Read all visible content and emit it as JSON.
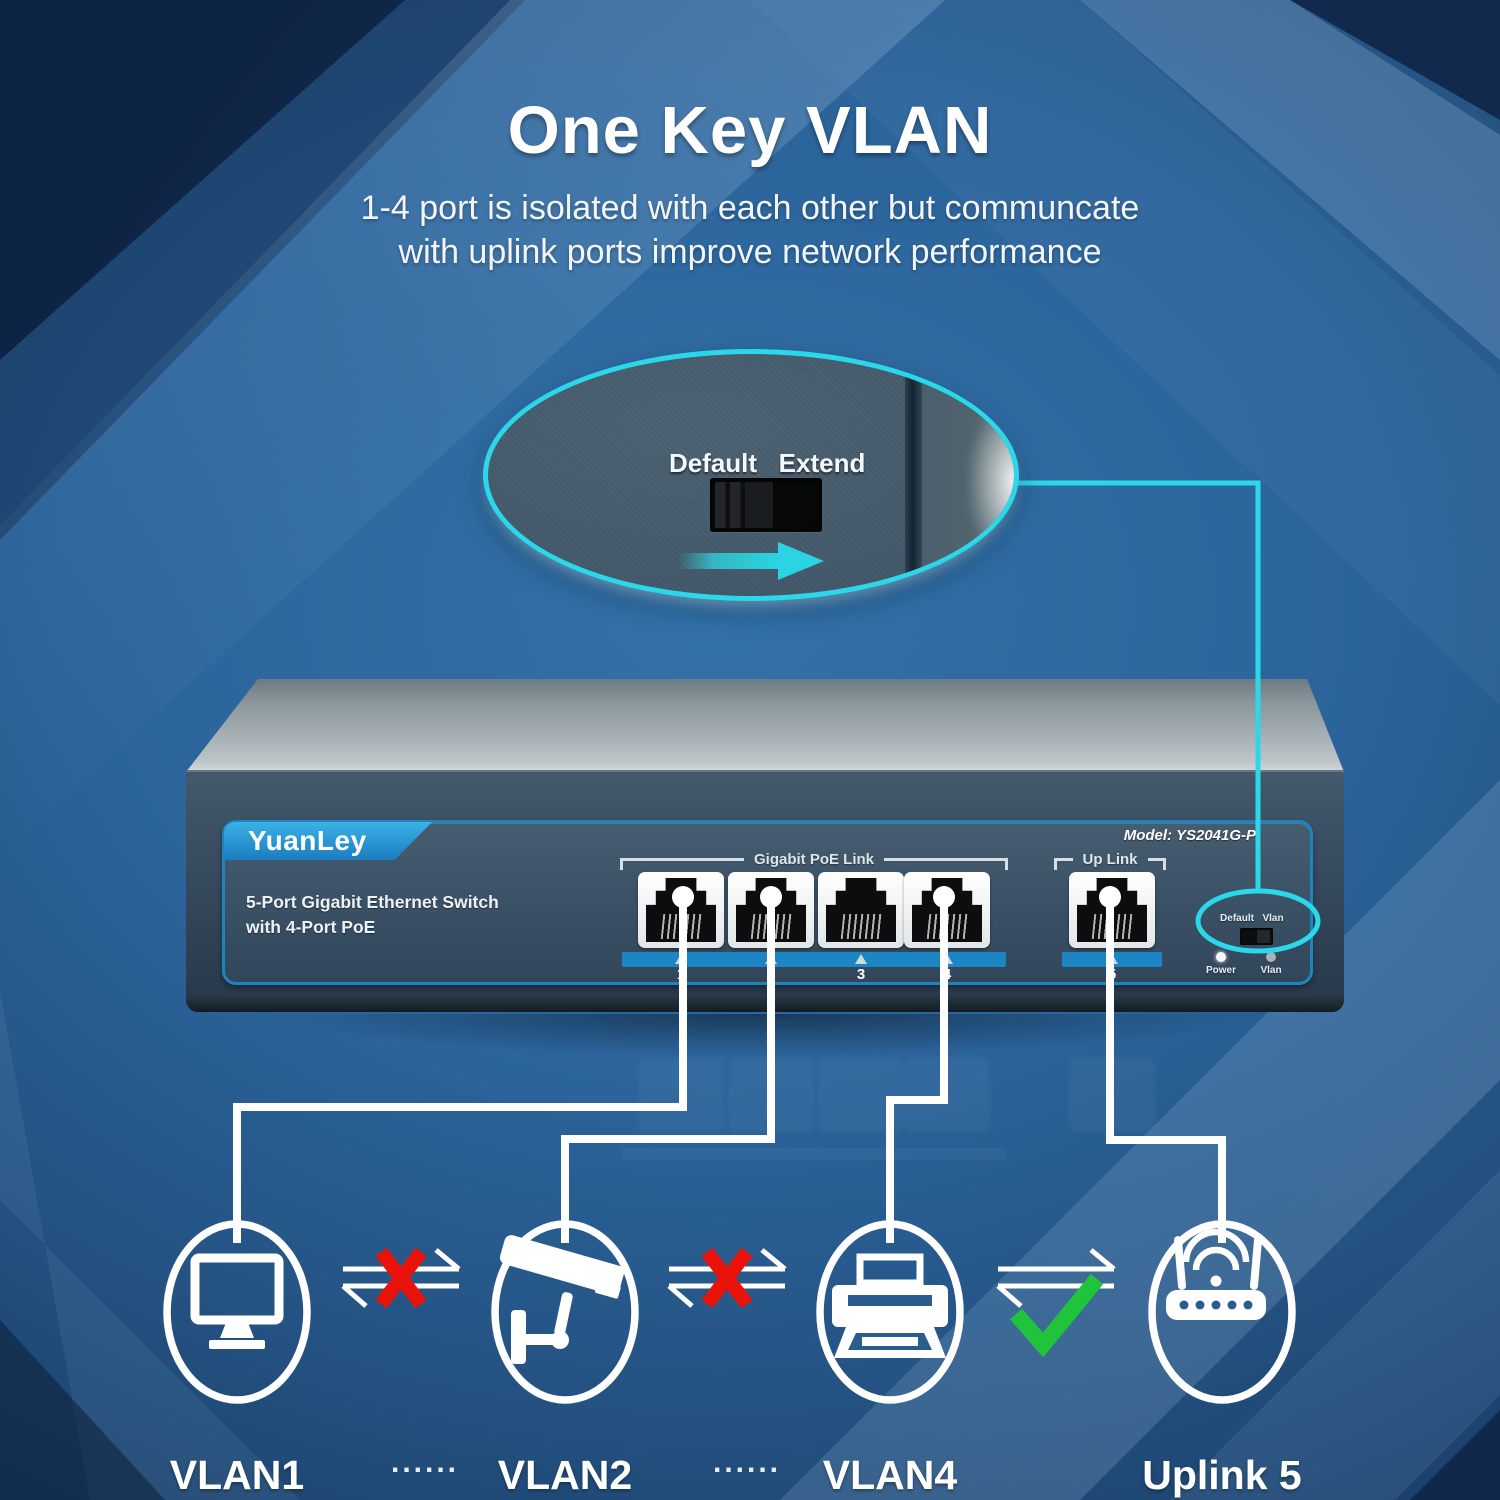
{
  "title": "One Key VLAN",
  "subtitle": {
    "line1": "1-4 port is isolated with each other but communcate",
    "line2": "with uplink ports improve network performance"
  },
  "callout": {
    "default_label": "Default",
    "extend_label": "Extend",
    "arrow_icon": "arrow-right-icon",
    "accent_color": "#2bd8ea"
  },
  "device": {
    "brand": "YuanLey",
    "model": "Model: YS2041G-P",
    "description_line1": "5-Port Gigabit Ethernet Switch",
    "description_line2": "with 4-Port PoE",
    "poe_group_label": "Gigabit PoE Link",
    "uplink_group_label": "Up Link",
    "port_numbers": [
      "1",
      "2",
      "3",
      "4",
      "5"
    ],
    "mode_switch": {
      "left_label": "Default",
      "right_label": "Vlan"
    },
    "leds": [
      {
        "label": "Power"
      },
      {
        "label": "Vlan"
      }
    ],
    "panel_accent_color": "#1d84c4",
    "port_strip_color": "#1b86c3"
  },
  "diagram": {
    "nodes": [
      {
        "label": "VLAN1",
        "icon": "monitor-icon"
      },
      {
        "label": "VLAN2",
        "icon": "cctv-camera-icon"
      },
      {
        "label": "VLAN4",
        "icon": "printer-icon"
      },
      {
        "label": "Uplink 5",
        "icon": "wifi-router-icon"
      }
    ],
    "separators": [
      "......",
      "......"
    ],
    "links": [
      {
        "from": "VLAN1",
        "to": "VLAN2",
        "status": "blocked",
        "icon": "x-mark-icon",
        "color": "#e91309"
      },
      {
        "from": "VLAN2",
        "to": "VLAN4",
        "status": "blocked",
        "icon": "x-mark-icon",
        "color": "#e91309"
      },
      {
        "from": "VLAN4",
        "to": "Uplink 5",
        "status": "allowed",
        "icon": "check-mark-icon",
        "color": "#1fc43a"
      }
    ]
  },
  "colors": {
    "background_blue": "#2b639a",
    "cyan_accent": "#2bd8ea",
    "blocked_red": "#e91309",
    "allowed_green": "#1fc43a"
  }
}
